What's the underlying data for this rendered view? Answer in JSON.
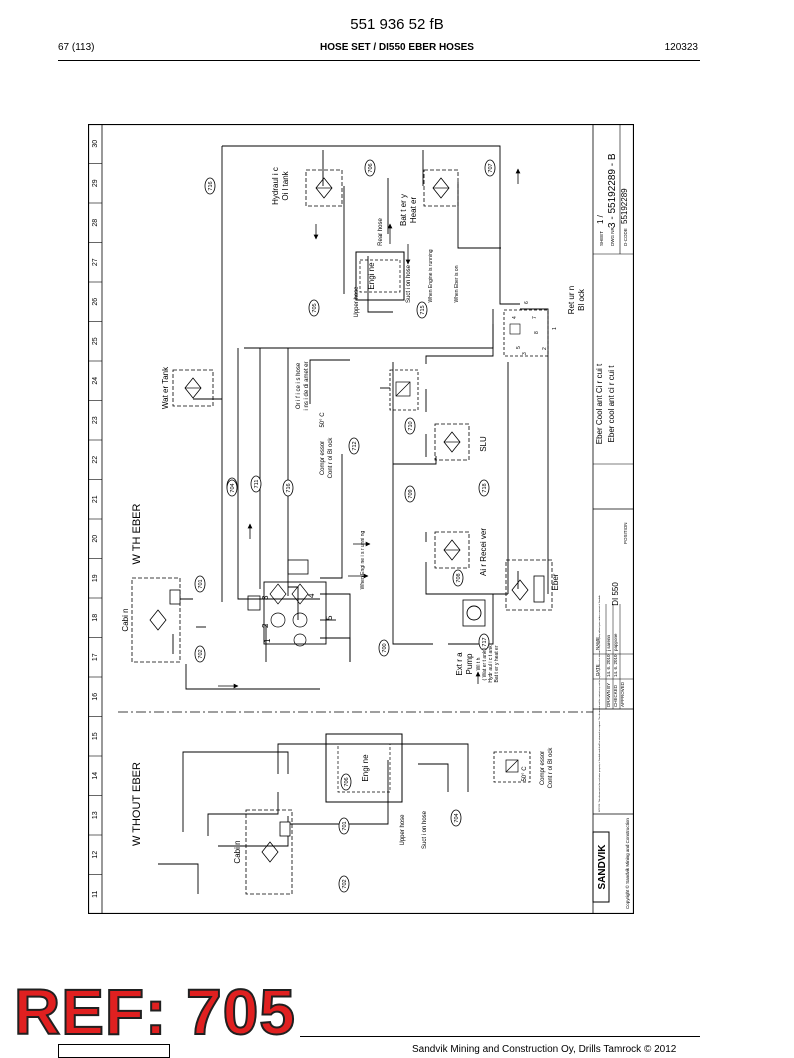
{
  "header": {
    "doc_number": "551 936 52 fB",
    "page": "67 (113)",
    "title": "HOSE SET / DI550 EBER HOSES",
    "date_code": "120323"
  },
  "grid_numbers": [
    "11",
    "12",
    "13",
    "14",
    "15",
    "16",
    "17",
    "18",
    "19",
    "20",
    "21",
    "22",
    "23",
    "24",
    "25",
    "26",
    "27",
    "28",
    "29",
    "30"
  ],
  "sections": {
    "with_eber": "W TH EBER",
    "without_eber": "W THOUT EBER"
  },
  "components": {
    "water_tank": "Wat er  Tank",
    "hydraulic_tank_1": "Hydraul i c",
    "hydraulic_tank_2": "Oi l tank",
    "battery_heater_1": "Bat t er y",
    "battery_heater_2": "Heat er",
    "engine": "Engi ne",
    "rear_hose": "Rear  hose",
    "upper_hose": "Upper  hose",
    "suction_hose": "Suct i on hose",
    "when_engine_running": "When Engine is running",
    "when_eber_on": "When Eber is on",
    "return_block_1": "Ret ur n",
    "return_block_2": "Bl ock",
    "orifice_1": "Or i f i ce i s hose",
    "orifice_2": "i ns i de di amet er",
    "temp_50": "50° C",
    "compressor_block_1": "Compr essor",
    "compressor_block_2": "Cont r ol  Bl ock",
    "slu": "SLU",
    "air_receiver": "Ai r  Recei ver",
    "eber": "Eber",
    "cabin": "Cabi n",
    "extra_pump_1": "Ext r a",
    "extra_pump_2": "Pump",
    "extra_pump_with": "Wi t h",
    "extra_pump_3": "( Wat er  t ank )",
    "extra_pump_4": "Hydr aul i c t ank",
    "extra_pump_5": "Bat t er y heat er",
    "engine_running_flow": "When Engi ne i s r unni ng"
  },
  "hose_refs": [
    "716",
    "706",
    "707",
    "705",
    "715",
    "714",
    "704",
    "711",
    "716",
    "712",
    "710",
    "709",
    "718",
    "708",
    "701",
    "702",
    "700",
    "717",
    "706",
    "701",
    "702",
    "704"
  ],
  "ports": [
    "1",
    "2",
    "3",
    "4",
    "5",
    "4",
    "5",
    "6",
    "3",
    "7",
    "8",
    "2",
    "1"
  ],
  "title_block": {
    "circuit_1": "Eber  Cool ant  Ci r cui t",
    "circuit_2": "Eber  cool ant  ci r cui t",
    "sheet_label": "SHEET",
    "sheet_value": "1  /",
    "dwg_label": "DWG NR",
    "dwg_value": "3 - 55192289 - B",
    "dcode_label": "D-CODE",
    "dcode_value": "55192289",
    "position": "POSITION",
    "product": "DI 550",
    "date_head": "DATE",
    "name_head": "NAME",
    "drawn": "DRAWN BY",
    "checked": "CHECKED",
    "approved": "APPROVED",
    "date_1": "14. 6. 2010",
    "date_2": "14. 6. 2010",
    "name_1": "j sarenn",
    "name_2": "pappone",
    "sandvik": "SANDVIK",
    "copyright": "Copyright © Sandvik Mining and Construction",
    "notice": "NOTICE: This document is the exclusive property of Sandvik and shall be returned on request. The document and its content may not be copied, reproduced or shown to any third party without prior written consent of Sandvik."
  },
  "ref_stamp": "REF: 705",
  "footer": {
    "company": "Sandvik Mining and Construction Oy, Drills Tamrock © 2012"
  }
}
